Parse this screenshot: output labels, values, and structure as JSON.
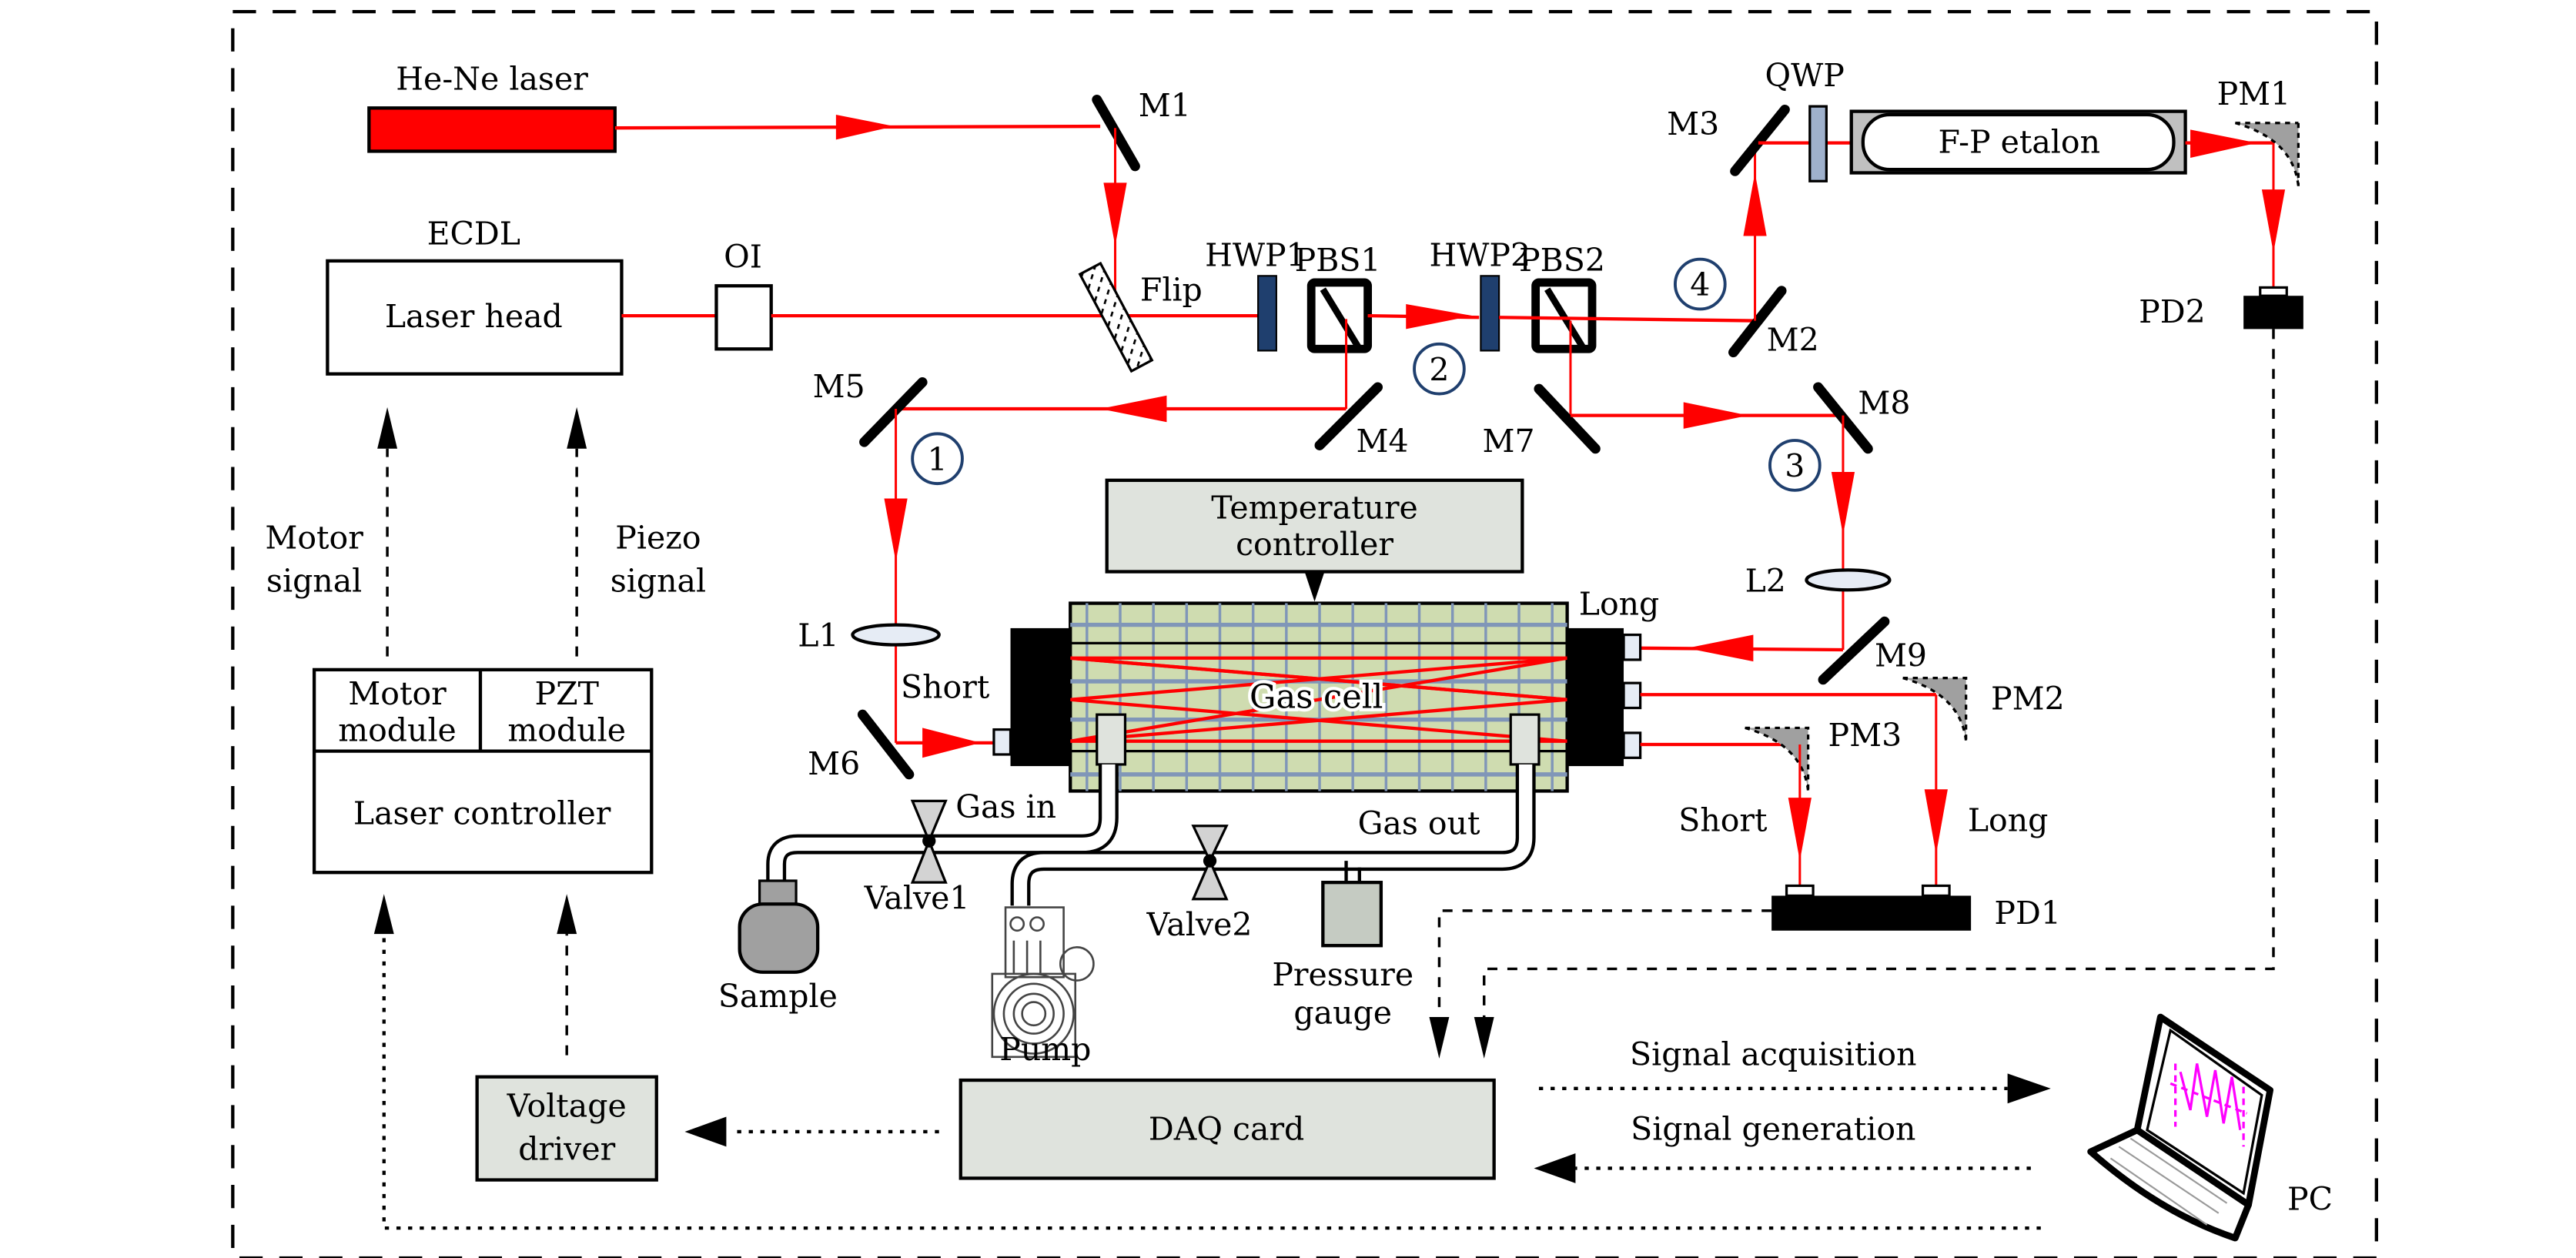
{
  "title": "Multipass gas cell laser spectroscopy experimental setup",
  "colors": {
    "beam": "#ff0000",
    "hene_laser": "#ff0000",
    "waveplate_hwp": "#1f3f6e",
    "waveplate_qwp": "#9fb1cc",
    "gray_box": "#dfe3dd",
    "gas_cell_fill": "#cfdcb0",
    "gas_cell_grid": "#8096b8",
    "path_marker": "#1f3f6e",
    "pc_screen_trace": "#ff00ff"
  },
  "sources": {
    "hene_label": "He-Ne laser",
    "ecdl_label": "ECDL",
    "laser_head_label": "Laser head",
    "oi_label": "OI"
  },
  "optics": {
    "mirrors": [
      "M1",
      "M2",
      "M3",
      "M4",
      "M5",
      "M6",
      "M7",
      "M8",
      "M9"
    ],
    "flip_label": "Flip",
    "hwp1_label": "HWP1",
    "hwp2_label": "HWP2",
    "pbs1_label": "PBS1",
    "pbs2_label": "PBS2",
    "qwp_label": "QWP",
    "etalon_label": "F-P etalon",
    "pm1_label": "PM1",
    "pm2_label": "PM2",
    "pm3_label": "PM3",
    "l1_label": "L1",
    "l2_label": "L2",
    "pd1_label": "PD1",
    "pd2_label": "PD2"
  },
  "path_markers": [
    "1",
    "2",
    "3",
    "4"
  ],
  "gas_cell": {
    "label": "Gas cell",
    "short_in_label": "Short",
    "long_in_label": "Long",
    "short_out_label": "Short",
    "long_out_label": "Long",
    "temp_ctrl_line1": "Temperature",
    "temp_ctrl_line2": "controller",
    "gas_in_label": "Gas in",
    "gas_out_label": "Gas out"
  },
  "gas_handling": {
    "valve1_label": "Valve1",
    "valve2_label": "Valve2",
    "sample_label": "Sample",
    "pump_label": "Pump",
    "gauge_line1": "Pressure",
    "gauge_line2": "gauge"
  },
  "control": {
    "motor_signal_line1": "Motor",
    "motor_signal_line2": "signal",
    "piezo_signal_line1": "Piezo",
    "piezo_signal_line2": "signal",
    "motor_module_line1": "Motor",
    "motor_module_line2": "module",
    "pzt_module_line1": "PZT",
    "pzt_module_line2": "module",
    "laser_controller_label": "Laser controller",
    "voltage_driver_line1": "Voltage",
    "voltage_driver_line2": "driver",
    "daq_label": "DAQ card",
    "signal_acq_label": "Signal acquisition",
    "signal_gen_label": "Signal generation",
    "pc_label": "PC"
  }
}
